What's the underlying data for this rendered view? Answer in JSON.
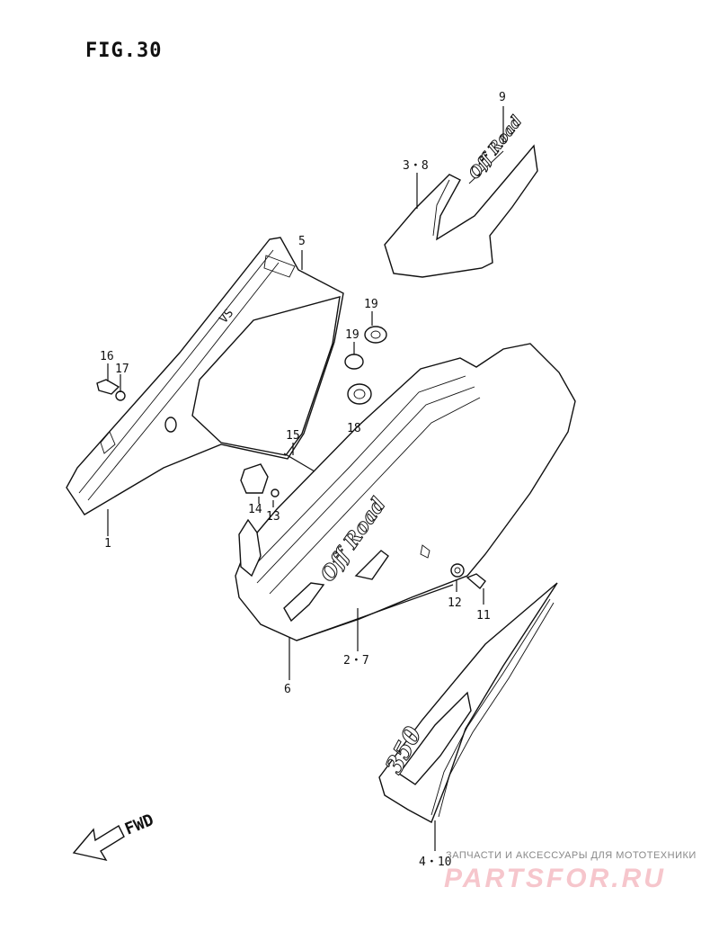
{
  "figure": {
    "title": "FIG.30"
  },
  "callouts": {
    "c1": "1",
    "c2_7": "2・7",
    "c3_8": "3・8",
    "c4_10": "4・10",
    "c5": "5",
    "c6": "6",
    "c9": "9",
    "c11": "11",
    "c12": "12",
    "c13": "13",
    "c14": "14",
    "c15": "15",
    "c16": "16",
    "c17": "17",
    "c18": "18",
    "c19a": "19",
    "c19b": "19"
  },
  "decals": {
    "offroad_top": "Off Road",
    "offroad_cover": "Off Road",
    "model_badge": "350"
  },
  "direction": {
    "label": "FWD"
  },
  "watermark": {
    "caption": "ЗАПЧАСТИ И АКСЕССУАРЫ ДЛЯ МОТОТЕХНИКИ",
    "brand": "PARTSFOR.RU"
  }
}
